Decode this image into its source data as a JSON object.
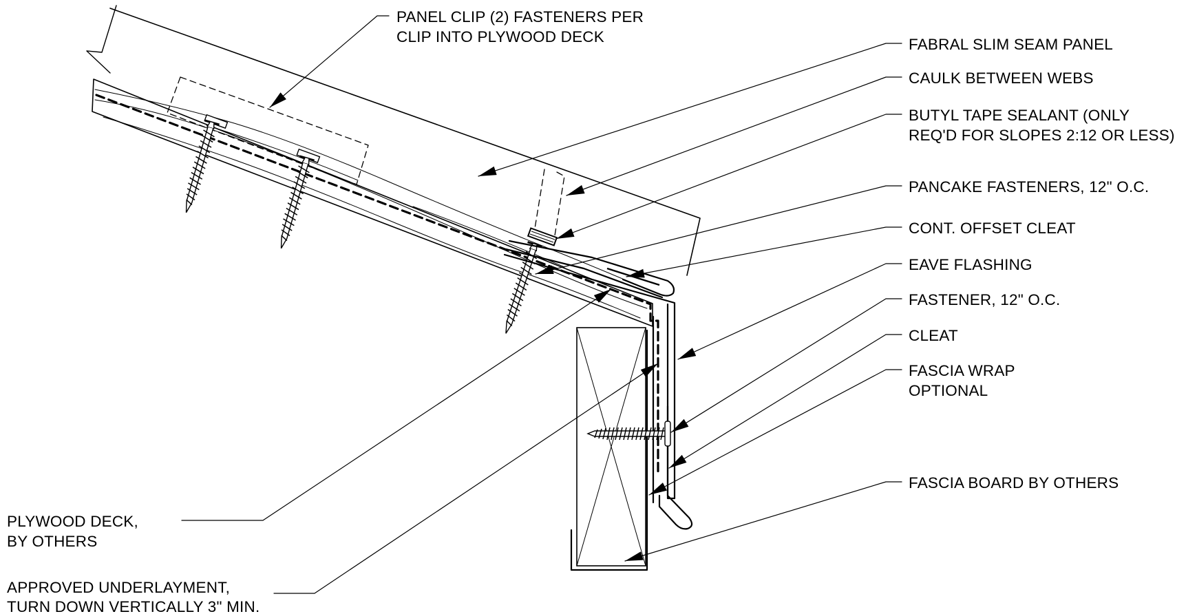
{
  "labels": {
    "panel_clip": [
      "PANEL CLIP (2) FASTENERS PER",
      "CLIP INTO PLYWOOD DECK"
    ],
    "slim_seam_panel": [
      "FABRAL SLIM SEAM PANEL"
    ],
    "caulk": [
      "CAULK BETWEEN WEBS"
    ],
    "butyl_tape": [
      "BUTYL TAPE SEALANT (ONLY",
      "REQ'D FOR SLOPES 2:12 OR LESS)"
    ],
    "pancake_fasteners": [
      "PANCAKE FASTENERS, 12\" O.C."
    ],
    "offset_cleat": [
      "CONT. OFFSET CLEAT"
    ],
    "eave_flashing": [
      "EAVE FLASHING"
    ],
    "fastener": [
      "FASTENER, 12\" O.C."
    ],
    "cleat": [
      "CLEAT"
    ],
    "fascia_wrap": [
      "FASCIA WRAP",
      "OPTIONAL"
    ],
    "fascia_board": [
      "FASCIA BOARD BY OTHERS"
    ],
    "plywood_deck": [
      "PLYWOOD DECK,",
      "BY OTHERS"
    ],
    "underlayment": [
      "APPROVED UNDERLAYMENT,",
      "TURN DOWN VERTICALLY 3\" MIN."
    ]
  },
  "colors": {
    "line": "#000000",
    "background": "#ffffff"
  }
}
